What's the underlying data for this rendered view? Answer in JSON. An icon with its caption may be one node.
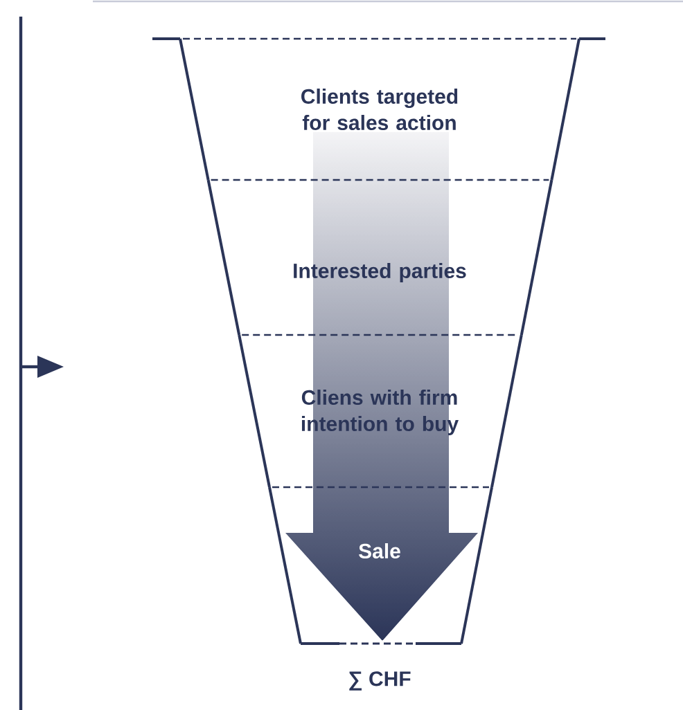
{
  "diagram": {
    "nodes": [
      {
        "text": [
          "Clients targeted for sales action"
        ]
      },
      {
        "text": [
          "Interested parties"
        ]
      },
      {
        "text": [
          "Cliens with firm intention to buy"
        ]
      },
      {
        "text": [
          "Sale"
        ]
      }
    ],
    "labels": [
      "∑ CHF"
    ]
  }
}
